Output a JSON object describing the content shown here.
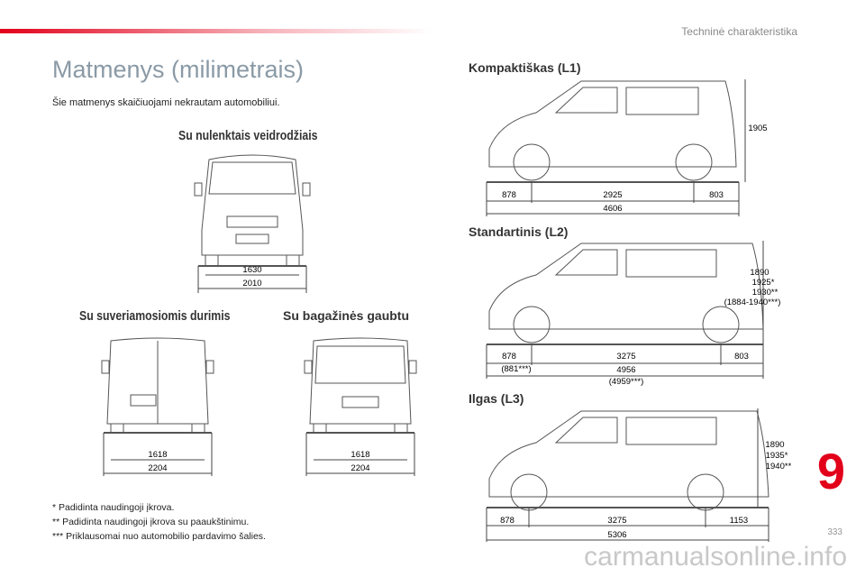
{
  "header": {
    "section": "Techninė charakteristika"
  },
  "title": "Matmenys (milimetrais)",
  "intro": "Šie matmenys skaičiuojami nekrautam automobiliui.",
  "front": {
    "label": "Su nulenktais veidrodžiais",
    "width1": "1630",
    "width2": "2010"
  },
  "rear_doors": {
    "label": "Su suveriamosiomis durimis",
    "width1": "1618",
    "width2": "2204"
  },
  "tailgate": {
    "label": "Su bagažinės gaubtu",
    "width1": "1618",
    "width2": "2204"
  },
  "l1": {
    "label": "Kompaktiškas (L1)",
    "height": "1905",
    "front": "878",
    "wheelbase": "2925",
    "rear": "803",
    "length": "4606"
  },
  "l2": {
    "label": "Standartinis (L2)",
    "heights": [
      "1890",
      "1925*",
      "1930**",
      "(1884-1940***)"
    ],
    "front": "878",
    "front_alt": "(881***)",
    "wheelbase": "3275",
    "rear": "803",
    "length": "4956",
    "length_alt": "(4959***)"
  },
  "l3": {
    "label": "Ilgas (L3)",
    "heights": [
      "1890",
      "1935*",
      "1940**"
    ],
    "front": "878",
    "wheelbase": "3275",
    "rear": "1153",
    "length": "5306"
  },
  "notes": [
    "* Padidinta naudingoji įkrova.",
    "** Padidinta naudingoji įkrova su paaukštinimu.",
    "*** Priklausomai nuo automobilio pardavimo šalies."
  ],
  "chapter": "9",
  "page": "333",
  "watermark": "carmanualsonline.info",
  "colors": {
    "accent": "#e2001a"
  }
}
